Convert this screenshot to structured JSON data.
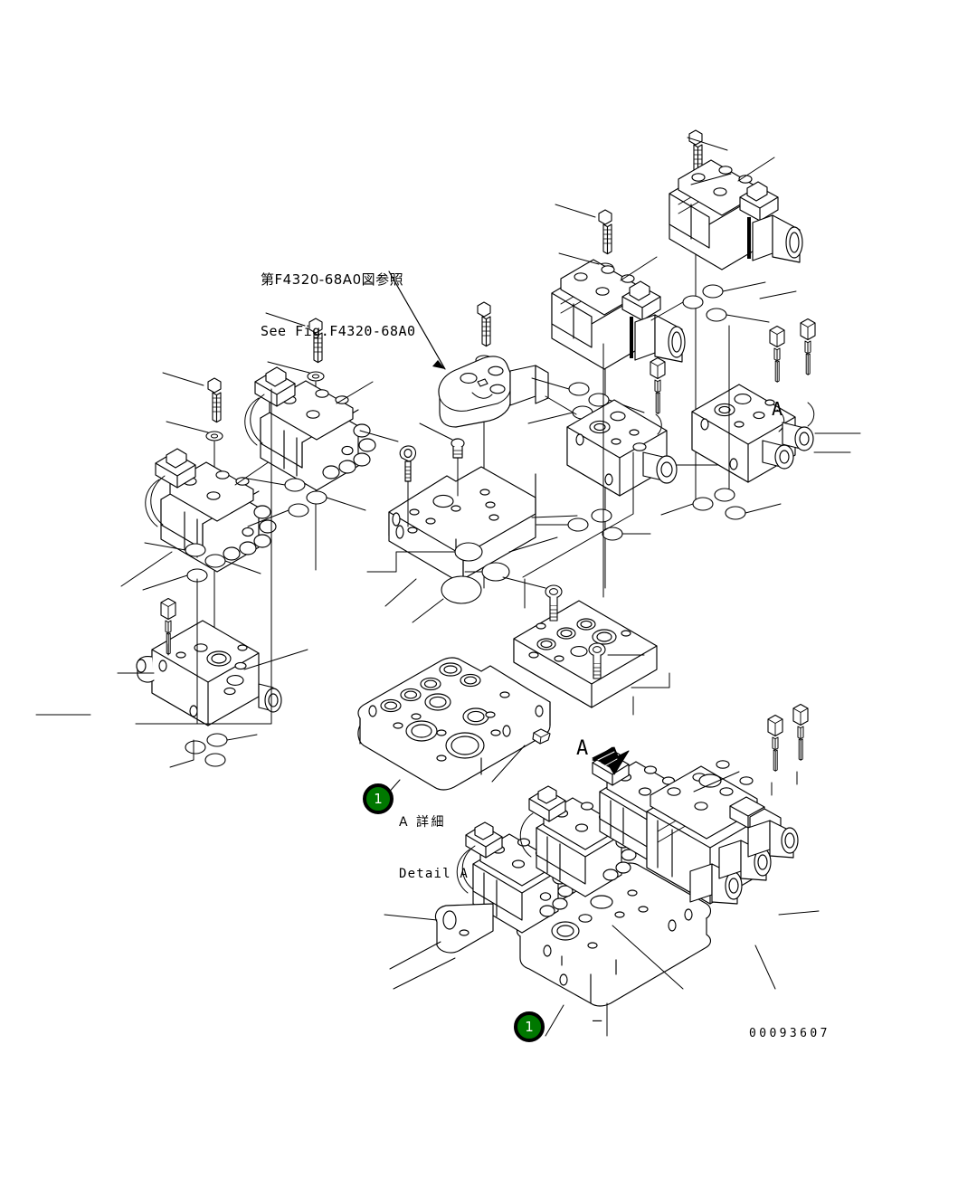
{
  "document": {
    "type": "exploded-parts-diagram",
    "drawing_number": "00093607",
    "background_color": "#ffffff",
    "line_color": "#000000",
    "callout_color": "#007800"
  },
  "reference_note": {
    "japanese": "第F4320-68A0図参照",
    "english": "See Fig.F4320-68A0"
  },
  "detail_view": {
    "japanese": "A 詳細",
    "english": "Detail A"
  },
  "section_markers": {
    "top_letter": "A",
    "right_letter": "A"
  },
  "callouts": [
    {
      "id": "balloon-detail",
      "number": "1"
    },
    {
      "id": "balloon-bottom",
      "number": "1"
    }
  ],
  "misc": {
    "lower_dash": "–"
  }
}
